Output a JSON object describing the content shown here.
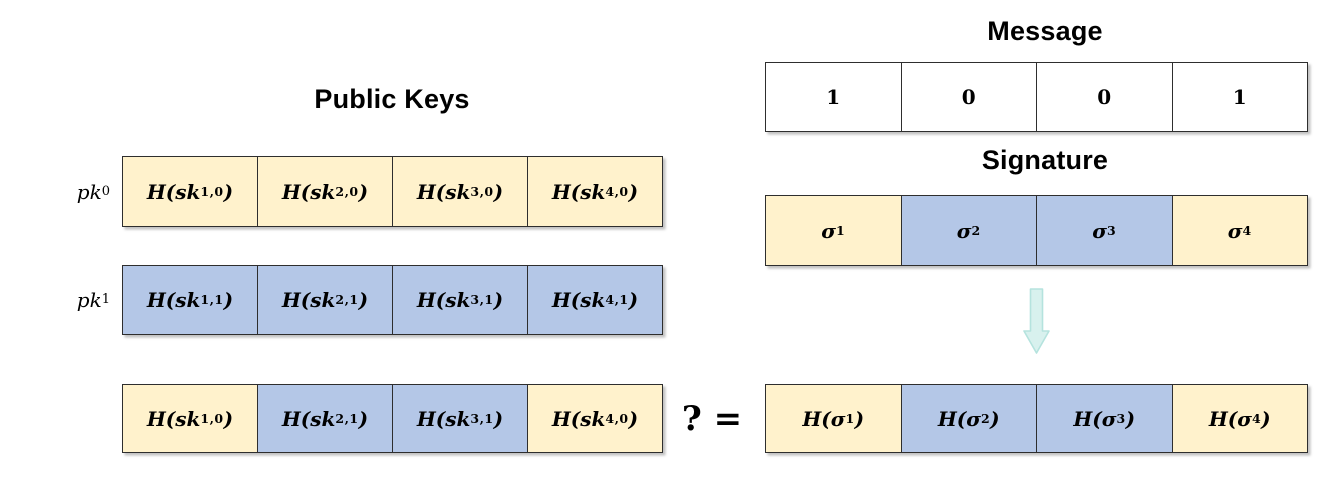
{
  "colors": {
    "yellow": "#FFF2CC",
    "blue": "#B4C7E7",
    "white": "#FFFFFF",
    "border": "#2E2E2E",
    "text": "#000000",
    "arrow_fill": "#D8F1EE",
    "arrow_stroke": "#B5E3DE"
  },
  "left_panel": {
    "title": "Public Keys",
    "pk0_row": {
      "label_base": "pk",
      "label_sub": "0",
      "cells": [
        {
          "pre": "H(sk",
          "sub": "1,0",
          "post": ")"
        },
        {
          "pre": "H(sk",
          "sub": "2,0",
          "post": ")"
        },
        {
          "pre": "H(sk",
          "sub": "3,0",
          "post": ")"
        },
        {
          "pre": "H(sk",
          "sub": "4,0",
          "post": ")"
        }
      ]
    },
    "pk1_row": {
      "label_base": "pk",
      "label_sub": "1",
      "cells": [
        {
          "pre": "H(sk",
          "sub": "1,1",
          "post": ")"
        },
        {
          "pre": "H(sk",
          "sub": "2,1",
          "post": ")"
        },
        {
          "pre": "H(sk",
          "sub": "3,1",
          "post": ")"
        },
        {
          "pre": "H(sk",
          "sub": "4,1",
          "post": ")"
        }
      ]
    },
    "selected_row": {
      "cells": [
        {
          "pre": "H(sk",
          "sub": "1,0",
          "post": ")"
        },
        {
          "pre": "H(sk",
          "sub": "2,1",
          "post": ")"
        },
        {
          "pre": "H(sk",
          "sub": "3,1",
          "post": ")"
        },
        {
          "pre": "H(sk",
          "sub": "4,0",
          "post": ")"
        }
      ]
    }
  },
  "right_panel": {
    "message_title": "Message",
    "message_bits": [
      "1",
      "0",
      "0",
      "1"
    ],
    "signature_title": "Signature",
    "signature_cells": [
      {
        "pre": "σ",
        "sub": "1",
        "post": ""
      },
      {
        "pre": "σ",
        "sub": "2",
        "post": ""
      },
      {
        "pre": "σ",
        "sub": "3",
        "post": ""
      },
      {
        "pre": "σ",
        "sub": "4",
        "post": ""
      }
    ],
    "hashed_signature_cells": [
      {
        "pre": "H(σ",
        "sub": "1",
        "post": ")"
      },
      {
        "pre": "H(σ",
        "sub": "2",
        "post": ")"
      },
      {
        "pre": "H(σ",
        "sub": "3",
        "post": ")"
      },
      {
        "pre": "H(σ",
        "sub": "4",
        "post": ")"
      }
    ]
  },
  "comparison_symbol": "? =",
  "arrow": {
    "name": "down-arrow"
  }
}
